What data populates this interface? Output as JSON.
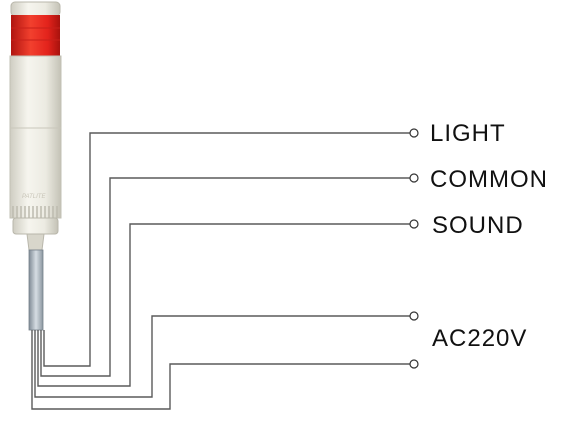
{
  "terminals": {
    "light": "LIGHT",
    "common": "COMMON",
    "sound": "SOUND",
    "power": "AC220V"
  },
  "tower": {
    "lamp_color": "#e3231c",
    "housing_color": "#ecebe2",
    "body_brand": "PATLITE"
  },
  "wire_color": "#5a5a5a"
}
